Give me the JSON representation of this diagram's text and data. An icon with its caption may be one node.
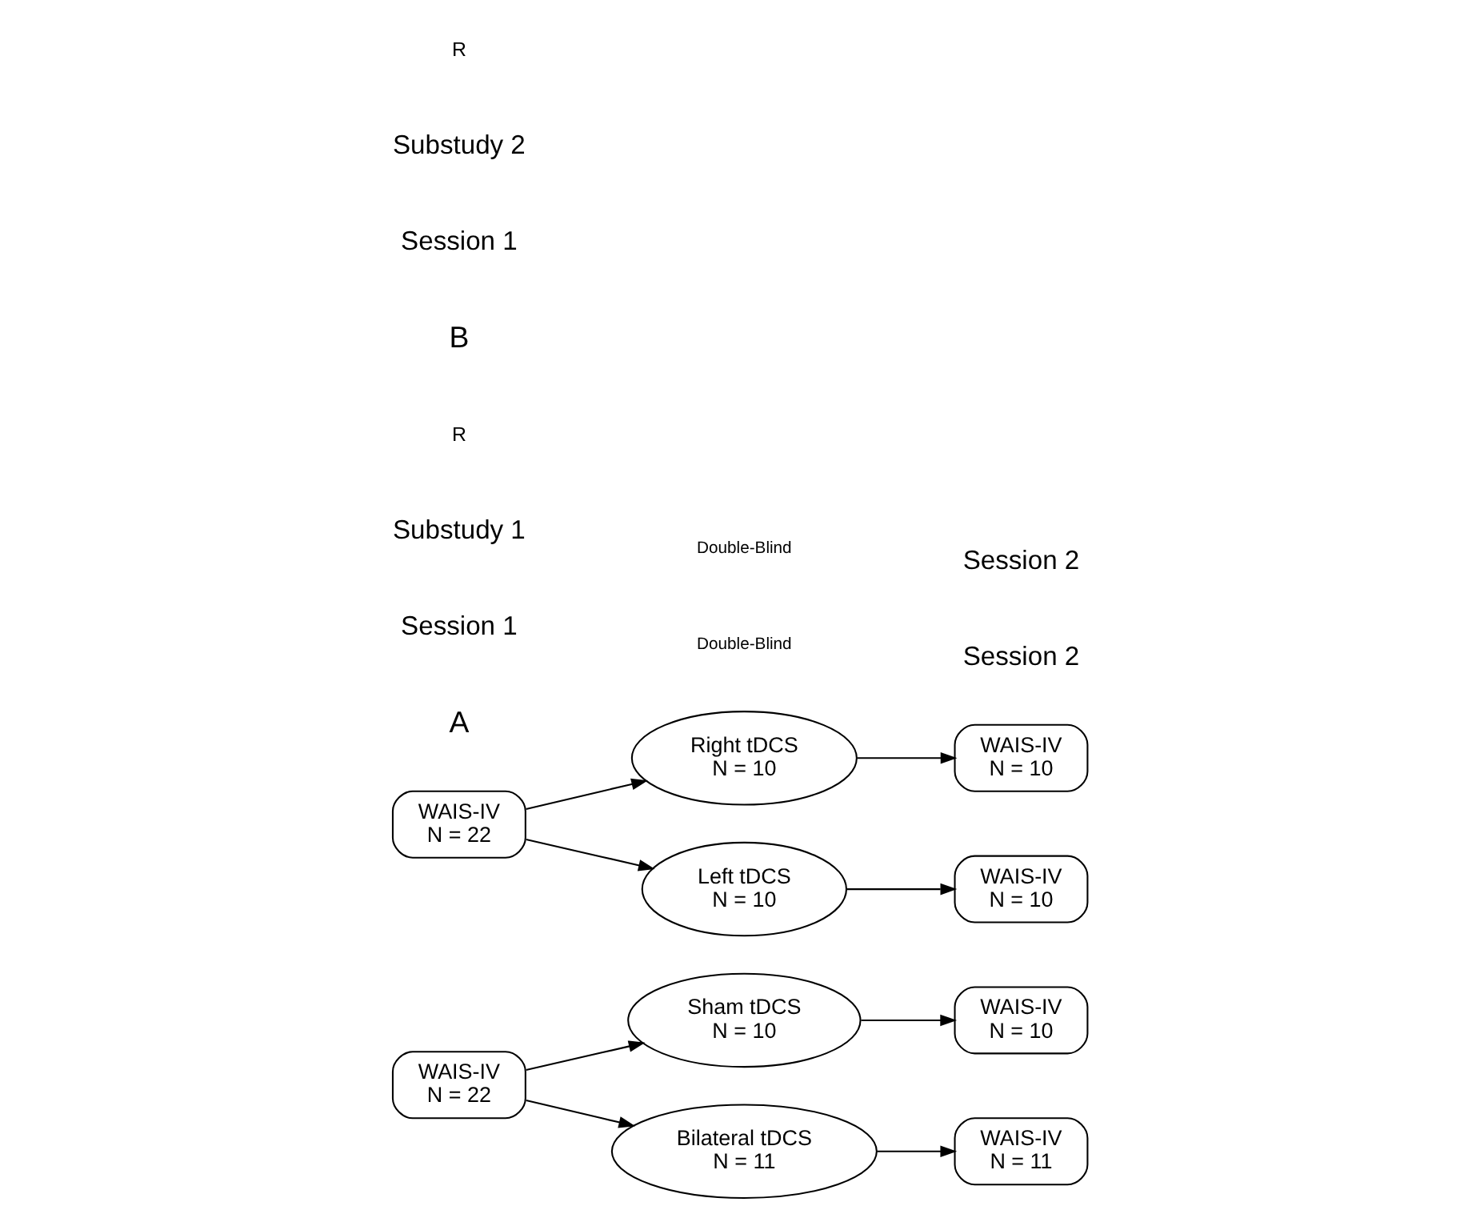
{
  "diagram": {
    "nodes": [
      {
        "text": [
          "WAIS-IV",
          "N = 22"
        ]
      },
      {
        "text": [
          "Sham tDCS",
          "N = 10"
        ]
      },
      {
        "text": [
          "Bilateral tDCS",
          "N = 11"
        ]
      },
      {
        "text": [
          "WAIS-IV",
          "N = 10"
        ]
      },
      {
        "text": [
          "WAIS-IV",
          "N = 11"
        ]
      },
      {
        "text": [
          "WAIS-IV",
          "N = 22"
        ]
      },
      {
        "text": [
          "Right tDCS",
          "N = 10"
        ]
      },
      {
        "text": [
          "Left tDCS",
          "N = 10"
        ]
      },
      {
        "text": [
          "WAIS-IV",
          "N = 10"
        ]
      },
      {
        "text": [
          "WAIS-IV",
          "N = 10"
        ]
      }
    ],
    "edges": [
      {
        "from": 0,
        "to": 1,
        "arrow": "to"
      },
      {
        "from": 0,
        "to": 2,
        "arrow": "to"
      },
      {
        "from": 1,
        "to": 3,
        "arrow": "to"
      },
      {
        "from": 2,
        "to": 4,
        "arrow": "to"
      },
      {
        "from": 5,
        "to": 6,
        "arrow": "to"
      },
      {
        "from": 5,
        "to": 7,
        "arrow": "to"
      },
      {
        "from": 6,
        "to": 8,
        "arrow": "to"
      },
      {
        "from": 7,
        "to": 9,
        "arrow": "to"
      }
    ],
    "labels": [
      "A",
      "Session 1",
      "Session 2",
      "Substudy 1",
      "R",
      "Double-Blind",
      "B",
      "Session 1",
      "Session 2",
      "Substudy 2",
      "R",
      "Double-Blind"
    ]
  }
}
